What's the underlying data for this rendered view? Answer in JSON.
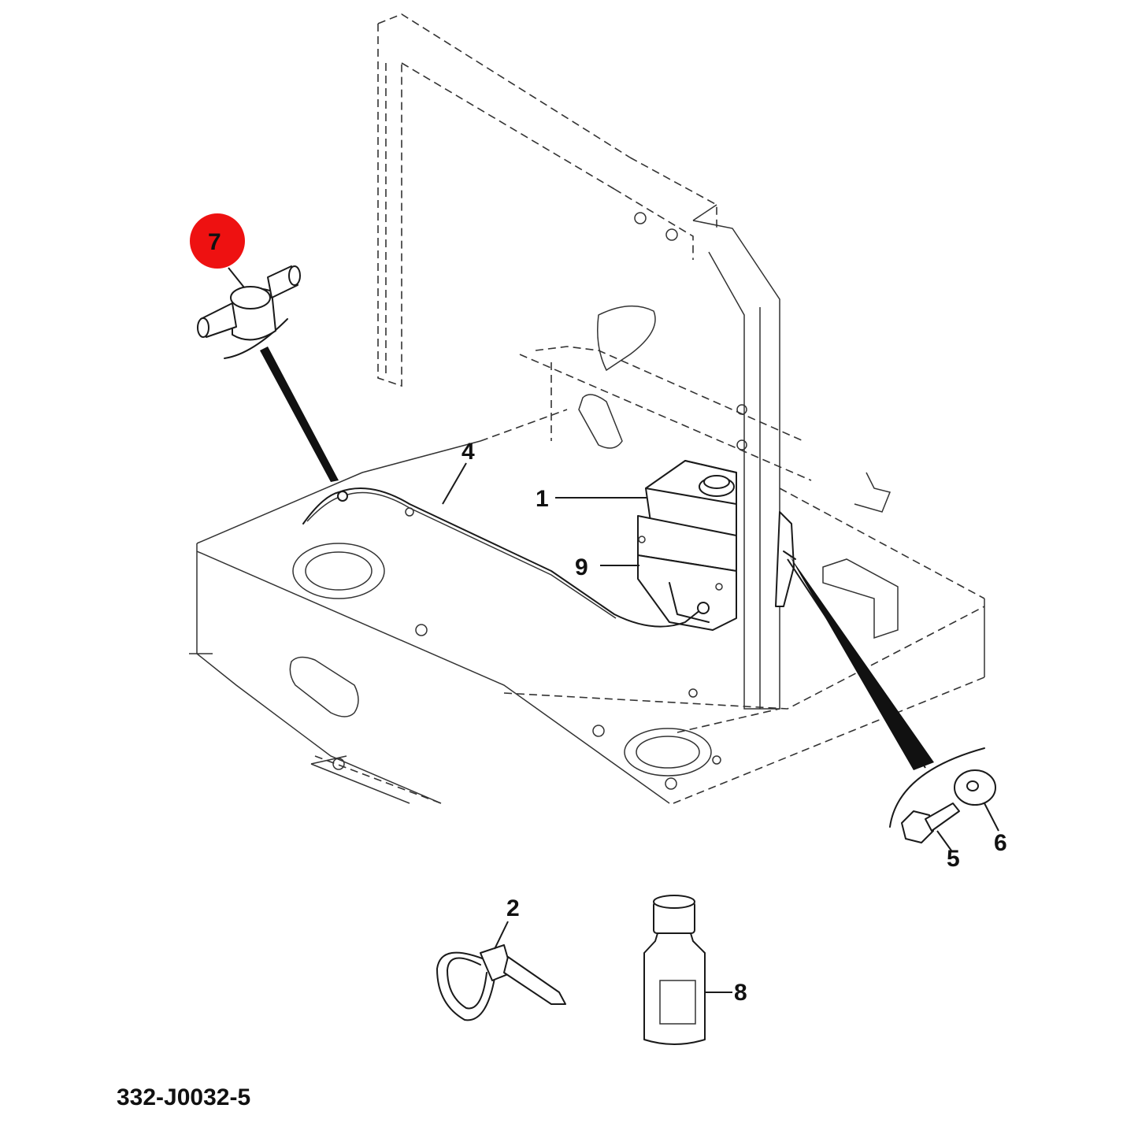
{
  "diagram": {
    "callouts": {
      "c1": "1",
      "c2": "2",
      "c4": "4",
      "c5": "5",
      "c6": "6",
      "c7": "7",
      "c8": "8",
      "c9": "9"
    },
    "drawing_code": "332-J0032-5",
    "highlight_color": "#ee1111"
  }
}
